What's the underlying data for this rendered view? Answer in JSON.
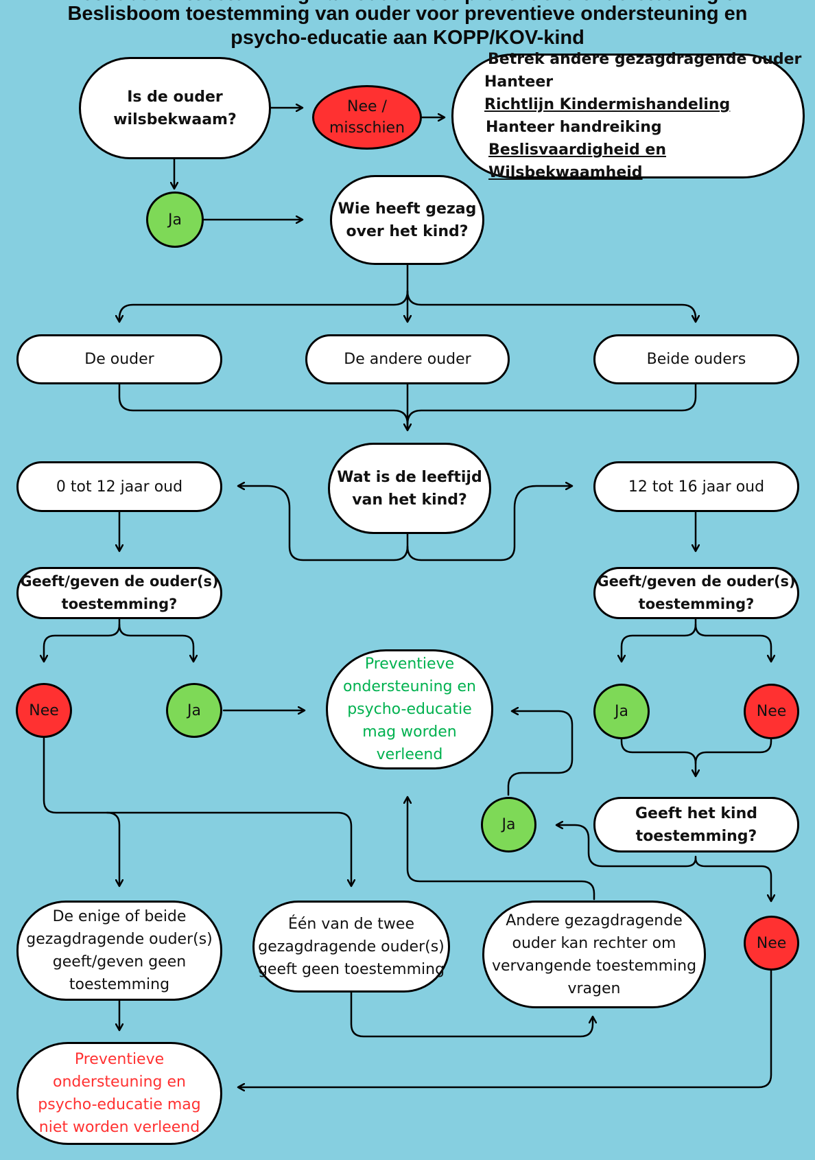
{
  "title": {
    "line1": "Beslisboom toestemming van ouder voor preventieve ondersteuning en",
    "line2": "psycho-educatie aan KOPP/KOV-kind"
  },
  "nodes": {
    "q_wilsbekwaam": [
      "Is de ouder",
      "wilsbekwaam?"
    ],
    "nee_misschien": [
      "Nee /",
      "misschien"
    ],
    "advice": {
      "line1": "Betrek andere gezagdragende ouder",
      "line2_prefix": "Hanteer ",
      "line2_link": "Richtlijn Kindermishandeling",
      "line3": "Hanteer handreiking",
      "line4_link": "Beslisvaardigheid en Wilsbekwaamheid"
    },
    "ja_1": "Ja",
    "q_gezag": [
      "Wie heeft gezag",
      "over het kind?"
    ],
    "de_ouder": "De ouder",
    "de_andere_ouder": "De andere ouder",
    "beide_ouders": "Beide ouders",
    "q_leeftijd": [
      "Wat is de leeftijd",
      "van het kind?"
    ],
    "age_0_12": "0 tot 12 jaar oud",
    "age_12_16": "12 tot 16 jaar oud",
    "q_toestemming_left": [
      "Geeft/geven de ouder(s)",
      "toestemming?"
    ],
    "q_toestemming_right": [
      "Geeft/geven de ouder(s)",
      "toestemming?"
    ],
    "nee_left": "Nee",
    "ja_left": "Ja",
    "ja_right": "Ja",
    "nee_right": "Nee",
    "outcome_yes": [
      "Preventieve",
      "ondersteuning en",
      "psycho-educatie",
      "mag worden",
      "verleend"
    ],
    "q_kind": [
      "Geeft het kind",
      "toestemming?"
    ],
    "ja_kind": "Ja",
    "nee_kind": "Nee",
    "geen_toestemming": [
      "De enige of beide",
      "gezagdragende ouder(s)",
      "geeft/geven geen",
      "toestemming"
    ],
    "een_van_twee": [
      "Één van de twee",
      "gezagdragende ouder(s)",
      "geeft geen toestemming"
    ],
    "rechter": [
      "Andere gezagdragende",
      "ouder kan rechter om",
      "vervangende toestemming",
      "vragen"
    ],
    "outcome_no": [
      "Preventieve",
      "ondersteuning en",
      "psycho-educatie mag",
      "niet worden verleend"
    ]
  },
  "colors": {
    "background": "#86cfe0",
    "yes_green": "#7ed957",
    "no_red": "#ff3131",
    "outcome_yes_text": "#00b14f",
    "outcome_no_text": "#ff3131"
  }
}
